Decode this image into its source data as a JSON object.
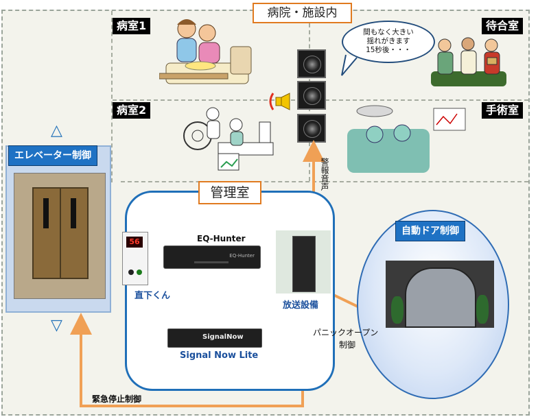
{
  "hospital": {
    "title": "病院・施設内"
  },
  "rooms": {
    "ward1": "病室1",
    "ward2": "病室2",
    "waiting": "待合室",
    "surgery": "手術室"
  },
  "announcement": {
    "line1": "間もなく大きい",
    "line2": "揺れがきます",
    "line3": "15秒後・・・"
  },
  "alarm_audio_label": "警報音声",
  "control_room": {
    "title": "管理室",
    "eq_hunter": "EQ-Hunter",
    "jikashita": "直下くん",
    "jikashita_display": "56",
    "broadcast": "放送設備",
    "signal_now": "Signal Now Lite",
    "signal_now_screen": "SignalNow",
    "eq_screen": "EQ-Hunter"
  },
  "elevator": {
    "title": "エレベーター制御",
    "up_arrow": "△",
    "down_arrow": "▽"
  },
  "auto_door": {
    "title": "自動ドア制御"
  },
  "panic_open": {
    "line1": "パニックオープン",
    "line2": "制御"
  },
  "emergency_stop": "緊急停止制御",
  "colors": {
    "accent_orange": "#f0a055",
    "frame_blue": "#1f6fb8",
    "label_blue": "#1f72c4",
    "title_border": "#e07a1f"
  }
}
